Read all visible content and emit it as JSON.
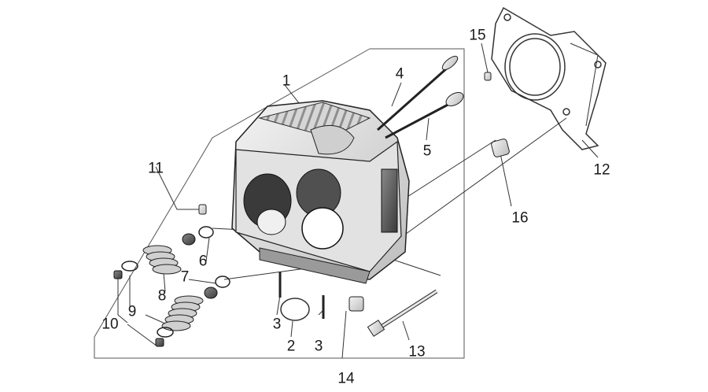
{
  "callouts": [
    {
      "id": "c1",
      "label": "1"
    },
    {
      "id": "c2",
      "label": "2"
    },
    {
      "id": "c3a",
      "label": "3"
    },
    {
      "id": "c3b",
      "label": "3"
    },
    {
      "id": "c4",
      "label": "4"
    },
    {
      "id": "c5",
      "label": "5"
    },
    {
      "id": "c6",
      "label": "6"
    },
    {
      "id": "c7",
      "label": "7"
    },
    {
      "id": "c8",
      "label": "8"
    },
    {
      "id": "c9",
      "label": "9"
    },
    {
      "id": "c10",
      "label": "10"
    },
    {
      "id": "c11",
      "label": "11"
    },
    {
      "id": "c12",
      "label": "12"
    },
    {
      "id": "c13",
      "label": "13"
    },
    {
      "id": "c14",
      "label": "14"
    },
    {
      "id": "c15",
      "label": "15"
    },
    {
      "id": "c16",
      "label": "16"
    }
  ]
}
